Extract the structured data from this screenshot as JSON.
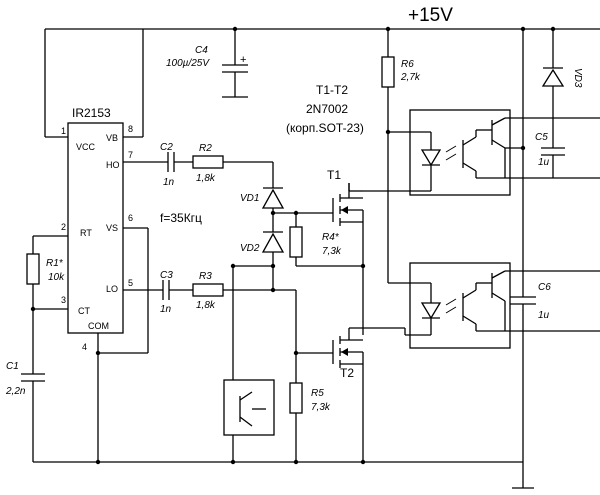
{
  "supply": "+15V",
  "ic": {
    "name": "IR2153",
    "pins": {
      "vcc": "VCC",
      "rt": "RT",
      "ct": "CT",
      "vb": "VB",
      "ho": "HO",
      "vs": "VS",
      "lo": "LO",
      "com": "COM"
    },
    "pin_numbers": {
      "p1": "1",
      "p2": "2",
      "p3": "3",
      "p4": "4",
      "p5": "5",
      "p6": "6",
      "p7": "7",
      "p8": "8"
    }
  },
  "freq": "f=35Кгц",
  "transistors": {
    "line1": "T1-T2",
    "line2": "2N7002",
    "line3": "(корп.SOT-23)",
    "t1": "T1",
    "t2": "T2"
  },
  "parts": {
    "c1_name": "C1",
    "c1_val": "2,2n",
    "r1_name": "R1*",
    "r1_val": "10k",
    "c2_name": "C2",
    "c2_val": "1n",
    "r2_name": "R2",
    "r2_val": "1,8k",
    "c3_name": "C3",
    "c3_val": "1n",
    "r3_name": "R3",
    "r3_val": "1,8k",
    "c4_name": "C4",
    "c4_val": "100µ/25V",
    "vd1": "VD1",
    "vd2": "VD2",
    "r4_name": "R4*",
    "r4_val": "7,3k",
    "r5_name": "R5",
    "r5_val": "7,3k",
    "r6_name": "R6",
    "r6_val": "2,7k",
    "vd3": "VD3",
    "c5_name": "C5",
    "c5_val": "1u",
    "c6_name": "C6",
    "c6_val": "1u",
    "cap_plus": "+"
  }
}
